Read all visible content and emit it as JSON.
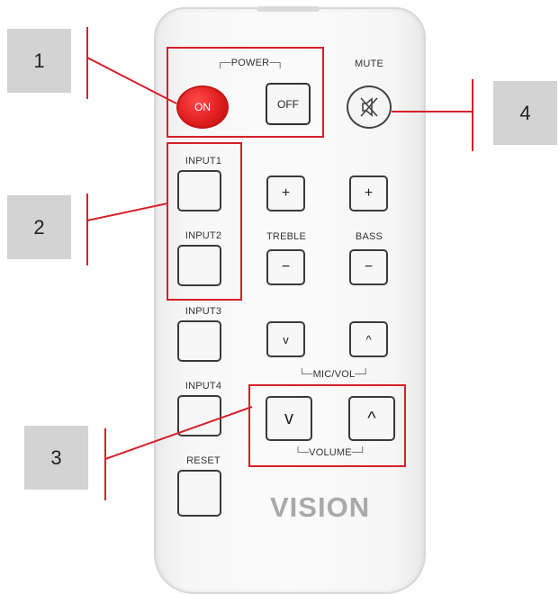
{
  "remote": {
    "power_label": "POWER",
    "on_label": "ON",
    "off_label": "OFF",
    "mute_label": "MUTE",
    "input1_label": "INPUT1",
    "input2_label": "INPUT2",
    "input3_label": "INPUT3",
    "input4_label": "INPUT4",
    "reset_label": "RESET",
    "treble_label": "TREBLE",
    "bass_label": "BASS",
    "plus_glyph": "+",
    "minus_glyph": "−",
    "down_glyph": "v",
    "up_glyph": "^",
    "micvol_label": "MIC/VOL",
    "volume_label": "VOLUME",
    "brand": "VISION"
  },
  "callouts": {
    "c1": "1",
    "c2": "2",
    "c3": "3",
    "c4": "4"
  },
  "colors": {
    "highlight": "#d5202a",
    "on_button": "#e11f1f",
    "callout_box": "#d3d3d3"
  }
}
